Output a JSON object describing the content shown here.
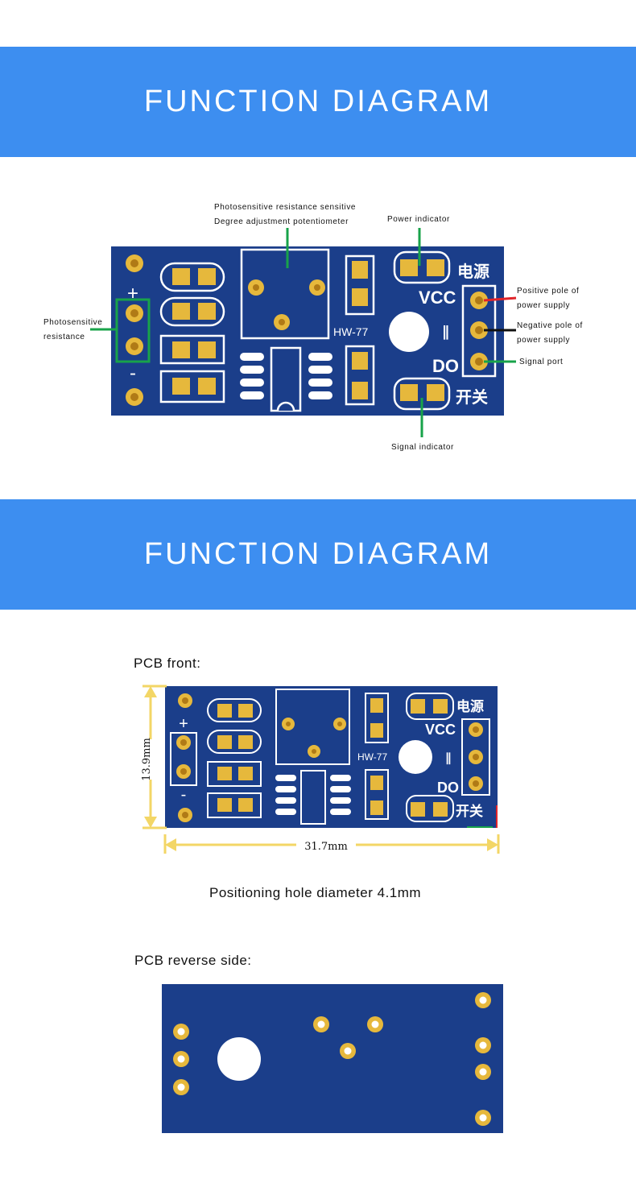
{
  "sections": {
    "banner_1_title": "FUNCTION DIAGRAM",
    "banner_2_title": "FUNCTION DIAGRAM"
  },
  "diagram": {
    "labels": {
      "potentiometer_line1": "Photosensitive resistance sensitive",
      "potentiometer_line2": "Degree adjustment potentiometer",
      "power_indicator": "Power indicator",
      "photoresistor_line1": "Photosensitive",
      "photoresistor_line2": "resistance",
      "positive_line1": "Positive pole of",
      "positive_line2": "power supply",
      "negative_line1": "Negative pole of",
      "negative_line2": "power supply",
      "signal_port": "Signal port",
      "signal_indicator": "Signal indicator"
    },
    "board_silkscreen": {
      "model": "HW-77",
      "vcc": "VCC",
      "do": "DO",
      "plus": "+",
      "minus": "-",
      "ground_symbol": "∥",
      "power_cn": "电源",
      "switch_cn": "开关"
    },
    "colors": {
      "board": "#1b3e8a",
      "pad": "#e6b83c",
      "silk": "#ffffff",
      "annotation_green": "#18a34a",
      "annotation_red": "#e0242a",
      "annotation_black": "#111111",
      "dimension_yellow": "#f3d666"
    }
  },
  "pcb_front": {
    "label": "PCB front:",
    "height_dim": "13.9mm",
    "width_dim": "31.7mm",
    "hole_caption": "Positioning hole diameter 4.1mm"
  },
  "pcb_reverse": {
    "label": "PCB reverse side:"
  }
}
